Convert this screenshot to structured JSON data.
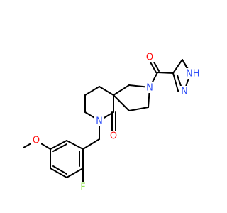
{
  "colors": {
    "bond": "#000000",
    "carbon": "#000000",
    "nitrogen": "#3050F8",
    "oxygen": "#FF0D0D",
    "fluorine": "#90E050",
    "background": "#ffffff"
  },
  "atoms": {
    "n_pip": {
      "text": "N",
      "element": "nitrogen"
    },
    "o_lactam": {
      "text": "O",
      "element": "oxygen"
    },
    "n_pyr": {
      "text": "N",
      "element": "nitrogen"
    },
    "o_amide": {
      "text": "O",
      "element": "oxygen"
    },
    "nh_pyrazole": {
      "text": "NH",
      "element": "nitrogen"
    },
    "n_pyrazole": {
      "text": "N",
      "element": "nitrogen"
    },
    "o_methoxy": {
      "text": "O",
      "element": "oxygen"
    },
    "f": {
      "text": "F",
      "element": "fluorine"
    }
  }
}
